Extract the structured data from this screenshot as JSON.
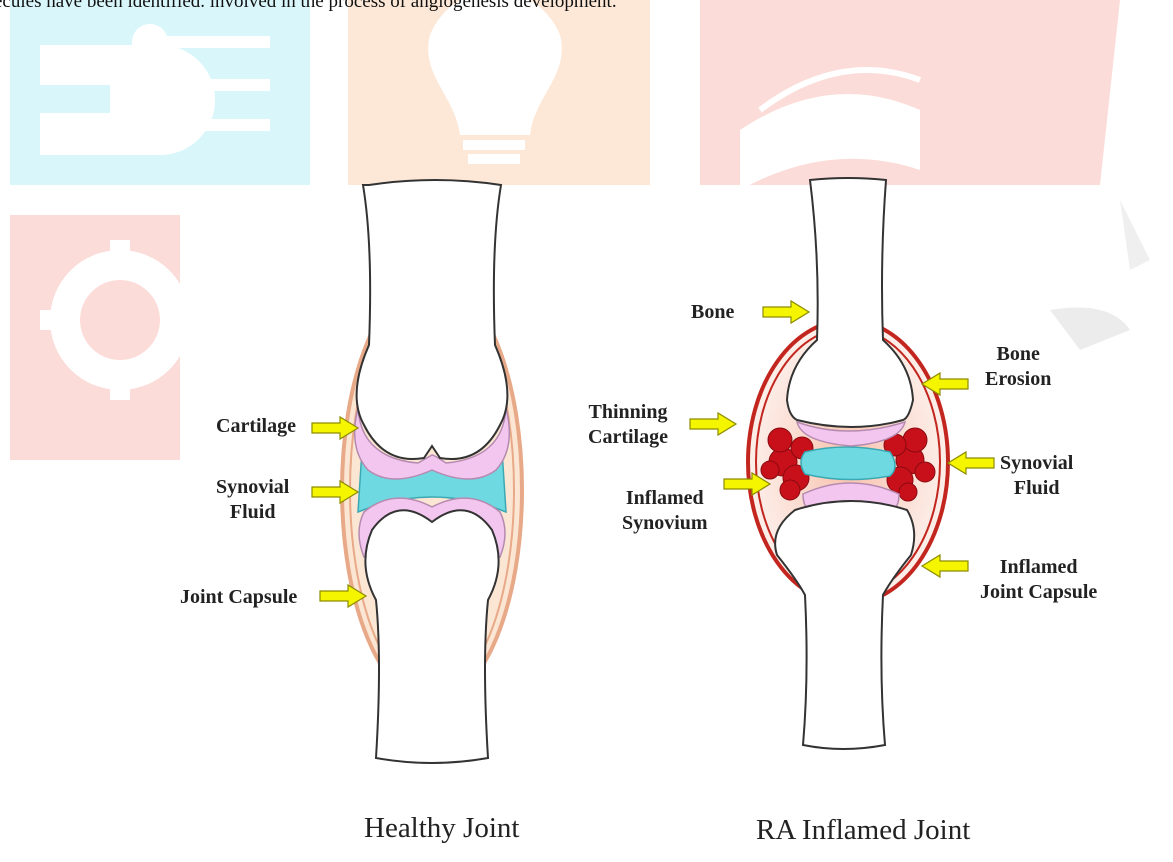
{
  "intro_text": "ecules have been identified. involved in the process of angiogenesis development.",
  "watermark": {
    "colors": [
      "#d8f7fb",
      "#fde7d6",
      "#fcdcd7"
    ]
  },
  "healthy_joint": {
    "caption": "Healthy Joint",
    "labels": {
      "cartilage": "Cartilage",
      "synovial_fluid": "Synovial\nFluid",
      "joint_capsule": "Joint Capsule"
    }
  },
  "ra_joint": {
    "caption": "RA Inflamed Joint",
    "labels": {
      "bone": "Bone",
      "bone_erosion": "Bone\nErosion",
      "thinning_cartilage": "Thinning\nCartilage",
      "synovial_fluid": "Synovial\nFluid",
      "inflamed_synovium": "Inflamed\nSynovium",
      "inflamed_joint_capsule": "Inflamed\nJoint Capsule"
    }
  },
  "colors": {
    "bone": "#ffffff",
    "cartilage": "#f2c6ee",
    "synovial_fluid": "#6fd9e2",
    "capsule_healthy": "#f3c8a6",
    "capsule_inflamed": "#c3261e",
    "synovium": "#c8101a",
    "arrow": "#f5f500"
  },
  "icons": [
    "chip-watermark-icon",
    "lightbulb-watermark-icon",
    "book-watermark-icon",
    "gear-watermark-icon"
  ]
}
